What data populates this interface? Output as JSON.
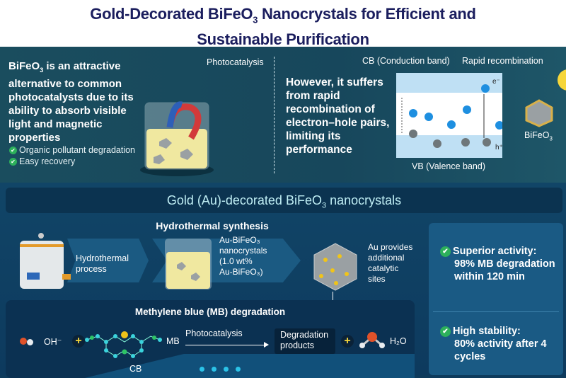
{
  "title": {
    "line1_a": "Gold-Decorated BiFeO",
    "line1_sub": "3",
    "line1_b": " Nanocrystals for Efficient and",
    "line2": "Sustainable Purification"
  },
  "intro": {
    "text_a": "BiFeO",
    "text_sub": "3",
    "text_b": " is an attractive alternative to common photocatalysts due to its ability to absorb visible light and magnetic properties",
    "benefits": [
      "Organic pollutant degradation",
      "Easy recovery"
    ],
    "beaker_label": "Photocatalysis"
  },
  "drawback": {
    "text": "However, it suffers from rapid recombination of electron–hole pairs, limiting its performance",
    "cb_label": "CB (Conduction band)",
    "recombination_label": "Rapid recombination",
    "vb_label": "VB (Valence band)",
    "electron": "e⁻",
    "hole": "h⁺",
    "crystal_label_a": "BiFeO",
    "crystal_label_sub": "3"
  },
  "banner": {
    "a": "Gold (Au)-decorated BiFeO",
    "sub": "3",
    "b": " nanocrystals"
  },
  "synthesis": {
    "title": "Hydrothermal synthesis",
    "step1": "Hydrothermal process",
    "step2_lines": [
      "Au-BiFeO₃",
      "nanocrystals",
      "(1.0 wt%",
      "Au-BiFeO₃)"
    ],
    "step3_lines": [
      "Au provides",
      "additional",
      "catalytic",
      "sites"
    ]
  },
  "results": [
    {
      "heading": "Superior activity:",
      "detail": "98% MB degradation within 120 min"
    },
    {
      "heading": "High stability:",
      "detail": "80% activity after 4 cycles"
    }
  ],
  "degradation": {
    "title": "Methylene blue (MB) degradation",
    "oh": "OH⁻",
    "plus": "+",
    "mb": "MB",
    "arrow_label": "Photocatalysis",
    "products": "Degradation products",
    "water": "H₂O",
    "cb": "CB"
  },
  "colors": {
    "title": "#1b1e5e",
    "check": "#2db05b",
    "gold": "#f0c419",
    "electron": "#1e8fe0",
    "hole": "#6f777a"
  }
}
